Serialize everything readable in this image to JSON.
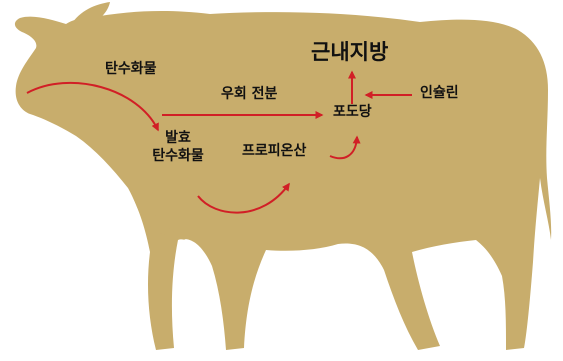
{
  "colors": {
    "cow_body": "#c8ad6c",
    "arrow": "#d11f26",
    "text": "#111111",
    "background": "#ffffff"
  },
  "labels": {
    "carbs": "탄수화물",
    "fermented_carbs_line1": "발효",
    "fermented_carbs_line2": "탄수화물",
    "bypass": "우회 전분",
    "propionate": "프로피온산",
    "glucose": "포도당",
    "insulin": "인슐린",
    "intramuscular_fat": "근내지방"
  },
  "icons": {
    "cow": "cow-silhouette-icon",
    "arrow": "red-arrow-icon"
  }
}
